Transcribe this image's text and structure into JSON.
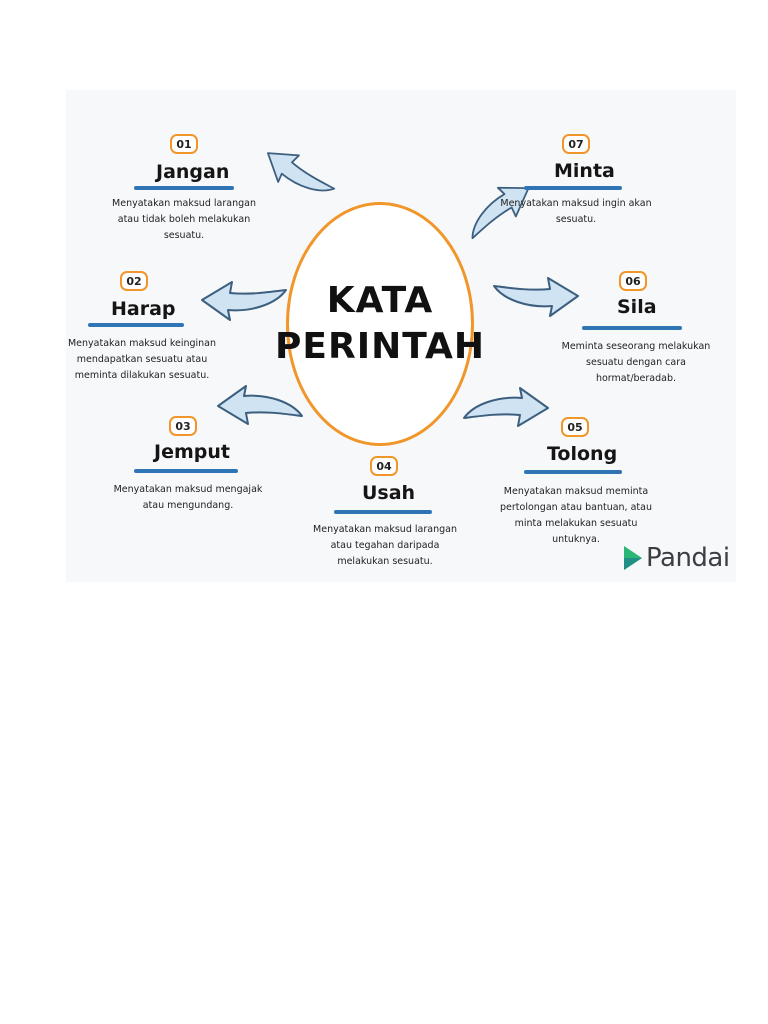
{
  "center": {
    "line1": "KATA",
    "line2": "PERINTAH"
  },
  "items": [
    {
      "num": "01",
      "term": "Jangan",
      "desc": [
        "Menyatakan maksud larangan",
        "atau tidak boleh melakukan",
        "sesuatu."
      ]
    },
    {
      "num": "02",
      "term": "Harap",
      "desc": [
        "Menyatakan maksud keinginan",
        "mendapatkan sesuatu atau",
        "meminta dilakukan sesuatu."
      ]
    },
    {
      "num": "03",
      "term": "Jemput",
      "desc": [
        "Menyatakan maksud mengajak",
        "atau mengundang."
      ]
    },
    {
      "num": "04",
      "term": "Usah",
      "desc": [
        "Menyatakan maksud larangan",
        "atau tegahan daripada",
        "melakukan sesuatu."
      ]
    },
    {
      "num": "05",
      "term": "Tolong",
      "desc": [
        "Menyatakan maksud meminta",
        "pertolongan atau bantuan, atau",
        "minta melakukan sesuatu",
        "untuknya."
      ]
    },
    {
      "num": "06",
      "term": "Sila",
      "desc": [
        "Meminta seseorang melakukan",
        "sesuatu dengan cara",
        "hormat/beradab."
      ]
    },
    {
      "num": "07",
      "term": "Minta",
      "desc": [
        "Menyatakan maksud ingin akan",
        "sesuatu."
      ]
    }
  ],
  "logo": {
    "text": "Pandai",
    "color": "#3b3f44",
    "mark_colors": [
      "#2bb673",
      "#1f8a8a"
    ]
  },
  "colors": {
    "accent_orange": "#f0962a",
    "underline_blue": "#2f74b5",
    "arrow_fill": "#cfe3f3",
    "arrow_stroke": "#3d5f7f"
  }
}
